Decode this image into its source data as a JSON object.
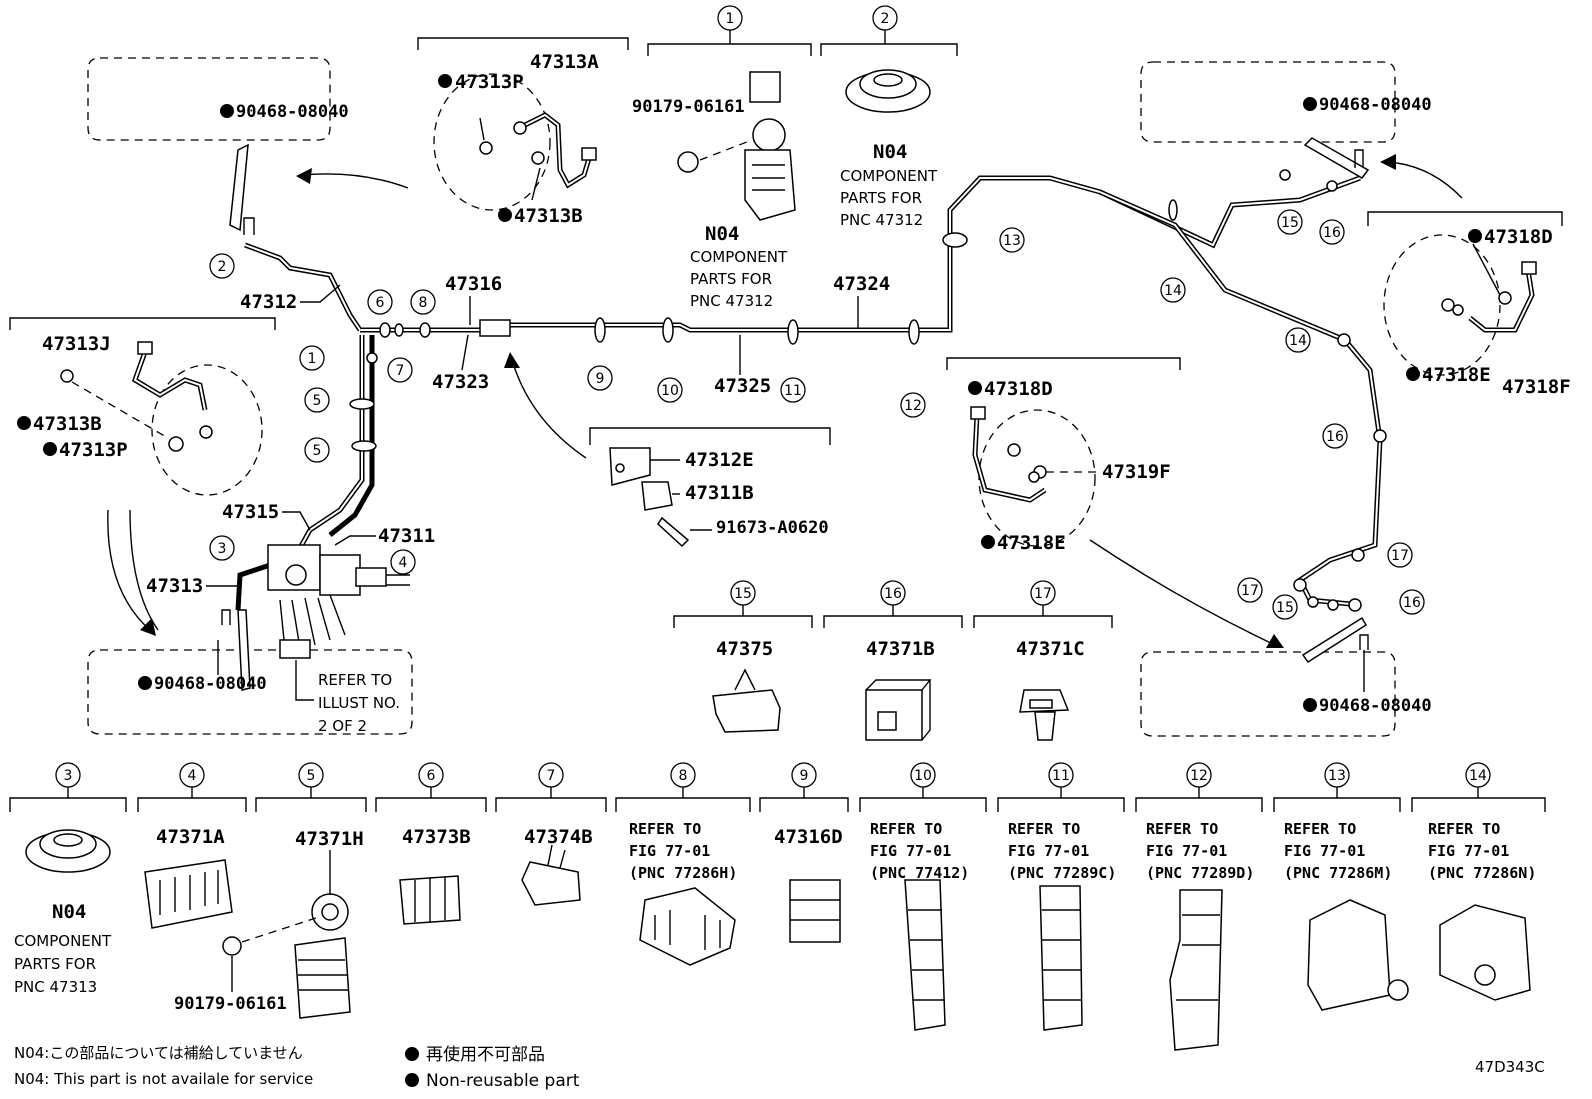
{
  "diagram_code": "47D343C",
  "footnote": {
    "jp_note": "N04:この部品については補給していません",
    "en_note": "N04: This part is not availale for service",
    "jp_legend": "再使用不可部品",
    "en_legend": "Non-reusable part"
  },
  "main_labels": {
    "p47312": "47312",
    "p47316": "47316",
    "p47324": "47324",
    "p47323": "47323",
    "p47325": "47325",
    "p47315": "47315",
    "p47311": "47311",
    "p47313": "47313"
  },
  "callouts": [
    "1",
    "2",
    "3",
    "4",
    "5",
    "6",
    "7",
    "8",
    "9",
    "10",
    "11",
    "12",
    "13",
    "14",
    "15",
    "16",
    "17"
  ],
  "top_left_box": {
    "part": "90468-08040"
  },
  "top_right_box": {
    "part": "90468-08040"
  },
  "bottom_left_box": {
    "part": "90468-08040",
    "refer_1": "REFER TO",
    "refer_2": "ILLUST NO.",
    "refer_3": "2 OF 2"
  },
  "bottom_right_box": {
    "part": "90468-08040"
  },
  "hose_front_left": {
    "a": "47313A",
    "p": "47313P",
    "b": "47313B"
  },
  "hose_left": {
    "j": "47313J",
    "b": "47313B",
    "p": "47313P"
  },
  "hose_rear_right": {
    "d": "47318D",
    "e": "47318E",
    "f": "47318F"
  },
  "hose_rear_mid": {
    "d": "47318D",
    "f": "47319F",
    "e": "47318E"
  },
  "group1": {
    "num": "1",
    "part": "90179-06161",
    "n04": "N04",
    "c1": "COMPONENT",
    "c2": "PARTS FOR",
    "c3": "PNC 47312"
  },
  "group2": {
    "num": "2",
    "n04": "N04",
    "c1": "COMPONENT",
    "c2": "PARTS FOR",
    "c3": "PNC 47312"
  },
  "clamp_group": {
    "a": "47312E",
    "b": "47311B",
    "c": "91673-A0620"
  },
  "mid_groups": [
    {
      "num": "15",
      "part": "47375"
    },
    {
      "num": "16",
      "part": "47371B"
    },
    {
      "num": "17",
      "part": "47371C"
    }
  ],
  "bottom_groups": [
    {
      "num": "3",
      "part": "N04",
      "c1": "COMPONENT",
      "c2": "PARTS FOR",
      "c3": "PNC 47313"
    },
    {
      "num": "4",
      "part": "47371A"
    },
    {
      "num": "5",
      "part": "47371H",
      "sub": "90179-06161"
    },
    {
      "num": "6",
      "part": "47373B"
    },
    {
      "num": "7",
      "part": "47374B"
    },
    {
      "num": "8",
      "r1": "REFER TO",
      "r2": "FIG 77-01",
      "r3": "(PNC 77286H)"
    },
    {
      "num": "9",
      "part": "47316D"
    },
    {
      "num": "10",
      "r1": "REFER TO",
      "r2": "FIG 77-01",
      "r3": "(PNC 77412)"
    },
    {
      "num": "11",
      "r1": "REFER TO",
      "r2": "FIG 77-01",
      "r3": "(PNC 77289C)"
    },
    {
      "num": "12",
      "r1": "REFER TO",
      "r2": "FIG 77-01",
      "r3": "(PNC 77289D)"
    },
    {
      "num": "13",
      "r1": "REFER TO",
      "r2": "FIG 77-01",
      "r3": "(PNC 77286M)"
    },
    {
      "num": "14",
      "r1": "REFER TO",
      "r2": "FIG 77-01",
      "r3": "(PNC 77286N)"
    }
  ]
}
